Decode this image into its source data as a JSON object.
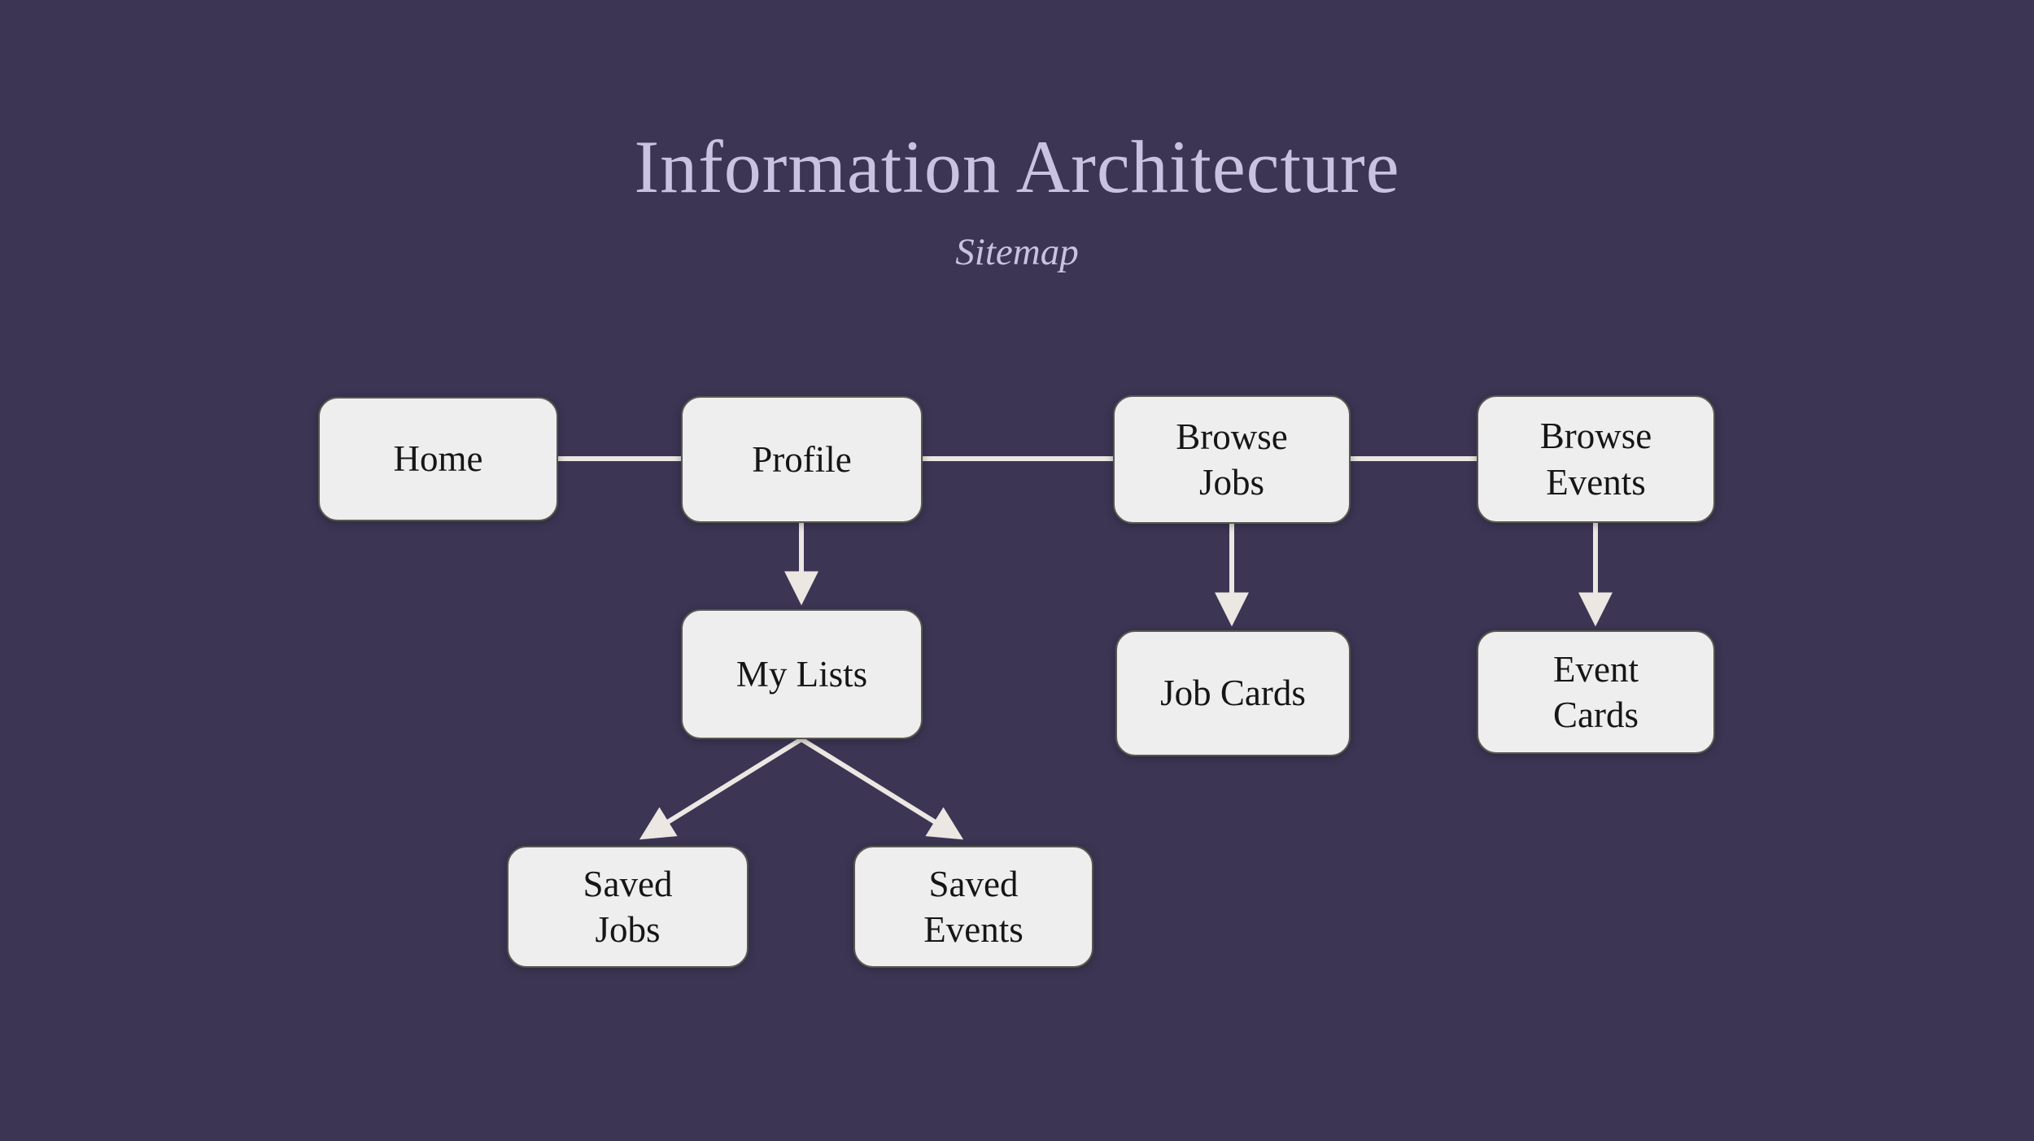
{
  "title": "Information Architecture",
  "subtitle": "Sitemap",
  "colors": {
    "background": "#3c3654",
    "node_fill": "#efeeee",
    "node_border": "#585751",
    "node_text": "#161616",
    "connector": "#ece7e2",
    "heading_text": "#c9c3df"
  },
  "diagram": {
    "nodes": [
      {
        "id": "home",
        "label": "Home"
      },
      {
        "id": "profile",
        "label": "Profile"
      },
      {
        "id": "browse-jobs",
        "label": "Browse\nJobs"
      },
      {
        "id": "browse-events",
        "label": "Browse\nEvents"
      },
      {
        "id": "my-lists",
        "label": "My Lists"
      },
      {
        "id": "job-cards",
        "label": "Job Cards"
      },
      {
        "id": "event-cards",
        "label": "Event\nCards"
      },
      {
        "id": "saved-jobs",
        "label": "Saved\nJobs"
      },
      {
        "id": "saved-events",
        "label": "Saved\nEvents"
      }
    ],
    "edges": [
      {
        "from": "home",
        "to": "profile",
        "style": "plain-line"
      },
      {
        "from": "profile",
        "to": "browse-jobs",
        "style": "plain-line"
      },
      {
        "from": "browse-jobs",
        "to": "browse-events",
        "style": "plain-line"
      },
      {
        "from": "profile",
        "to": "my-lists",
        "style": "arrow"
      },
      {
        "from": "browse-jobs",
        "to": "job-cards",
        "style": "arrow"
      },
      {
        "from": "browse-events",
        "to": "event-cards",
        "style": "arrow"
      },
      {
        "from": "my-lists",
        "to": "saved-jobs",
        "style": "arrow"
      },
      {
        "from": "my-lists",
        "to": "saved-events",
        "style": "arrow"
      }
    ]
  }
}
